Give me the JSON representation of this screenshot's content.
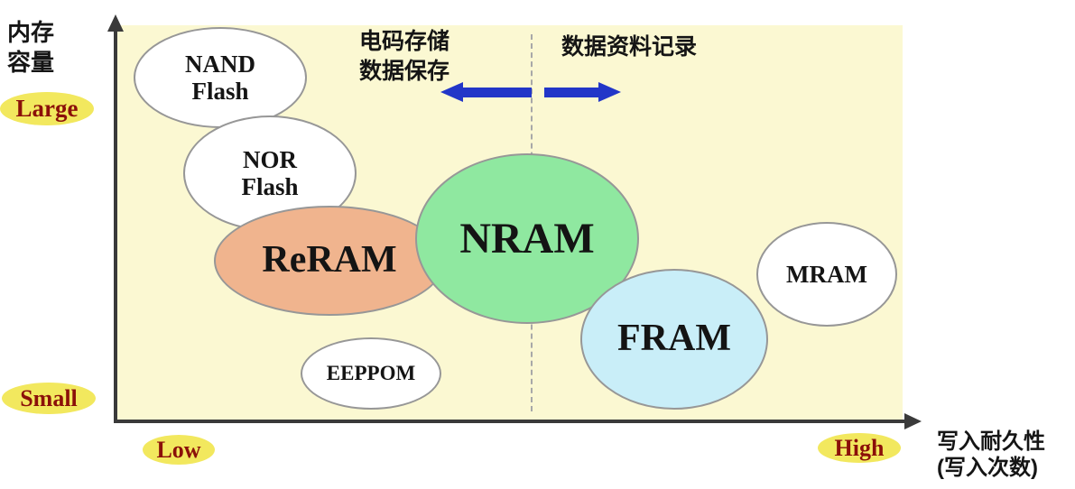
{
  "colors": {
    "plot_background": "#fbf8d2",
    "badge_yellow": "#f2e85e",
    "badge_text": "#8b1009",
    "arrow_blue": "#2236c8",
    "axis": "#3a3a3a",
    "bubble_border": "#979797",
    "reram_fill": "#f0b48e",
    "nram_fill": "#8fe8a0",
    "fram_fill": "#c9eef8",
    "white_fill": "#ffffff"
  },
  "axes": {
    "y_title_line1": "内存",
    "y_title_line2": "容量",
    "y_top_badge": "Large",
    "y_bottom_badge": "Small",
    "x_left_badge": "Low",
    "x_right_badge": "High",
    "x_title_line1": "写入耐久性",
    "x_title_line2": "(写入次数)"
  },
  "annotations": {
    "left_line1": "电码存储",
    "left_line2": "数据保存",
    "right_label": "数据资料记录"
  },
  "bubbles": [
    {
      "name": "nand-flash",
      "line1": "NAND",
      "line2": "Flash"
    },
    {
      "name": "nor-flash",
      "line1": "NOR",
      "line2": "Flash"
    },
    {
      "name": "reram",
      "line1": "ReRAM"
    },
    {
      "name": "nram",
      "line1": "NRAM"
    },
    {
      "name": "eeppom",
      "line1": "EEPPOM"
    },
    {
      "name": "fram",
      "line1": "FRAM"
    },
    {
      "name": "mram",
      "line1": "MRAM"
    }
  ],
  "chart_data": {
    "type": "scatter",
    "title": "",
    "xlabel": "写入耐久性(写入次数)",
    "ylabel": "内存容量",
    "x_axis_labels": [
      "Low",
      "High"
    ],
    "y_axis_labels": [
      "Small",
      "Large"
    ],
    "grid": false,
    "legend_position": "none",
    "divider": {
      "style": "dashed-vertical",
      "x": 53
    },
    "regions": [
      {
        "label": "电码存储 数据保存",
        "position": "left-of-divider",
        "arrow_direction": "left"
      },
      {
        "label": "数据资料记录",
        "position": "right-of-divider",
        "arrow_direction": "right"
      }
    ],
    "x_units": "relative 0-100 (write endurance, qualitative)",
    "y_units": "relative 0-100 (memory capacity, qualitative)",
    "points": [
      {
        "label": "NAND Flash",
        "x": 13,
        "y": 88,
        "fill": "#ffffff"
      },
      {
        "label": "NOR Flash",
        "x": 19,
        "y": 63,
        "fill": "#ffffff"
      },
      {
        "label": "ReRAM",
        "x": 27,
        "y": 41,
        "fill": "#f0b48e"
      },
      {
        "label": "NRAM",
        "x": 52,
        "y": 46,
        "fill": "#8fe8a0"
      },
      {
        "label": "EEPPOM",
        "x": 32,
        "y": 13,
        "fill": "#ffffff"
      },
      {
        "label": "FRAM",
        "x": 70,
        "y": 21,
        "fill": "#c9eef8"
      },
      {
        "label": "MRAM",
        "x": 90,
        "y": 37,
        "fill": "#ffffff"
      }
    ]
  }
}
